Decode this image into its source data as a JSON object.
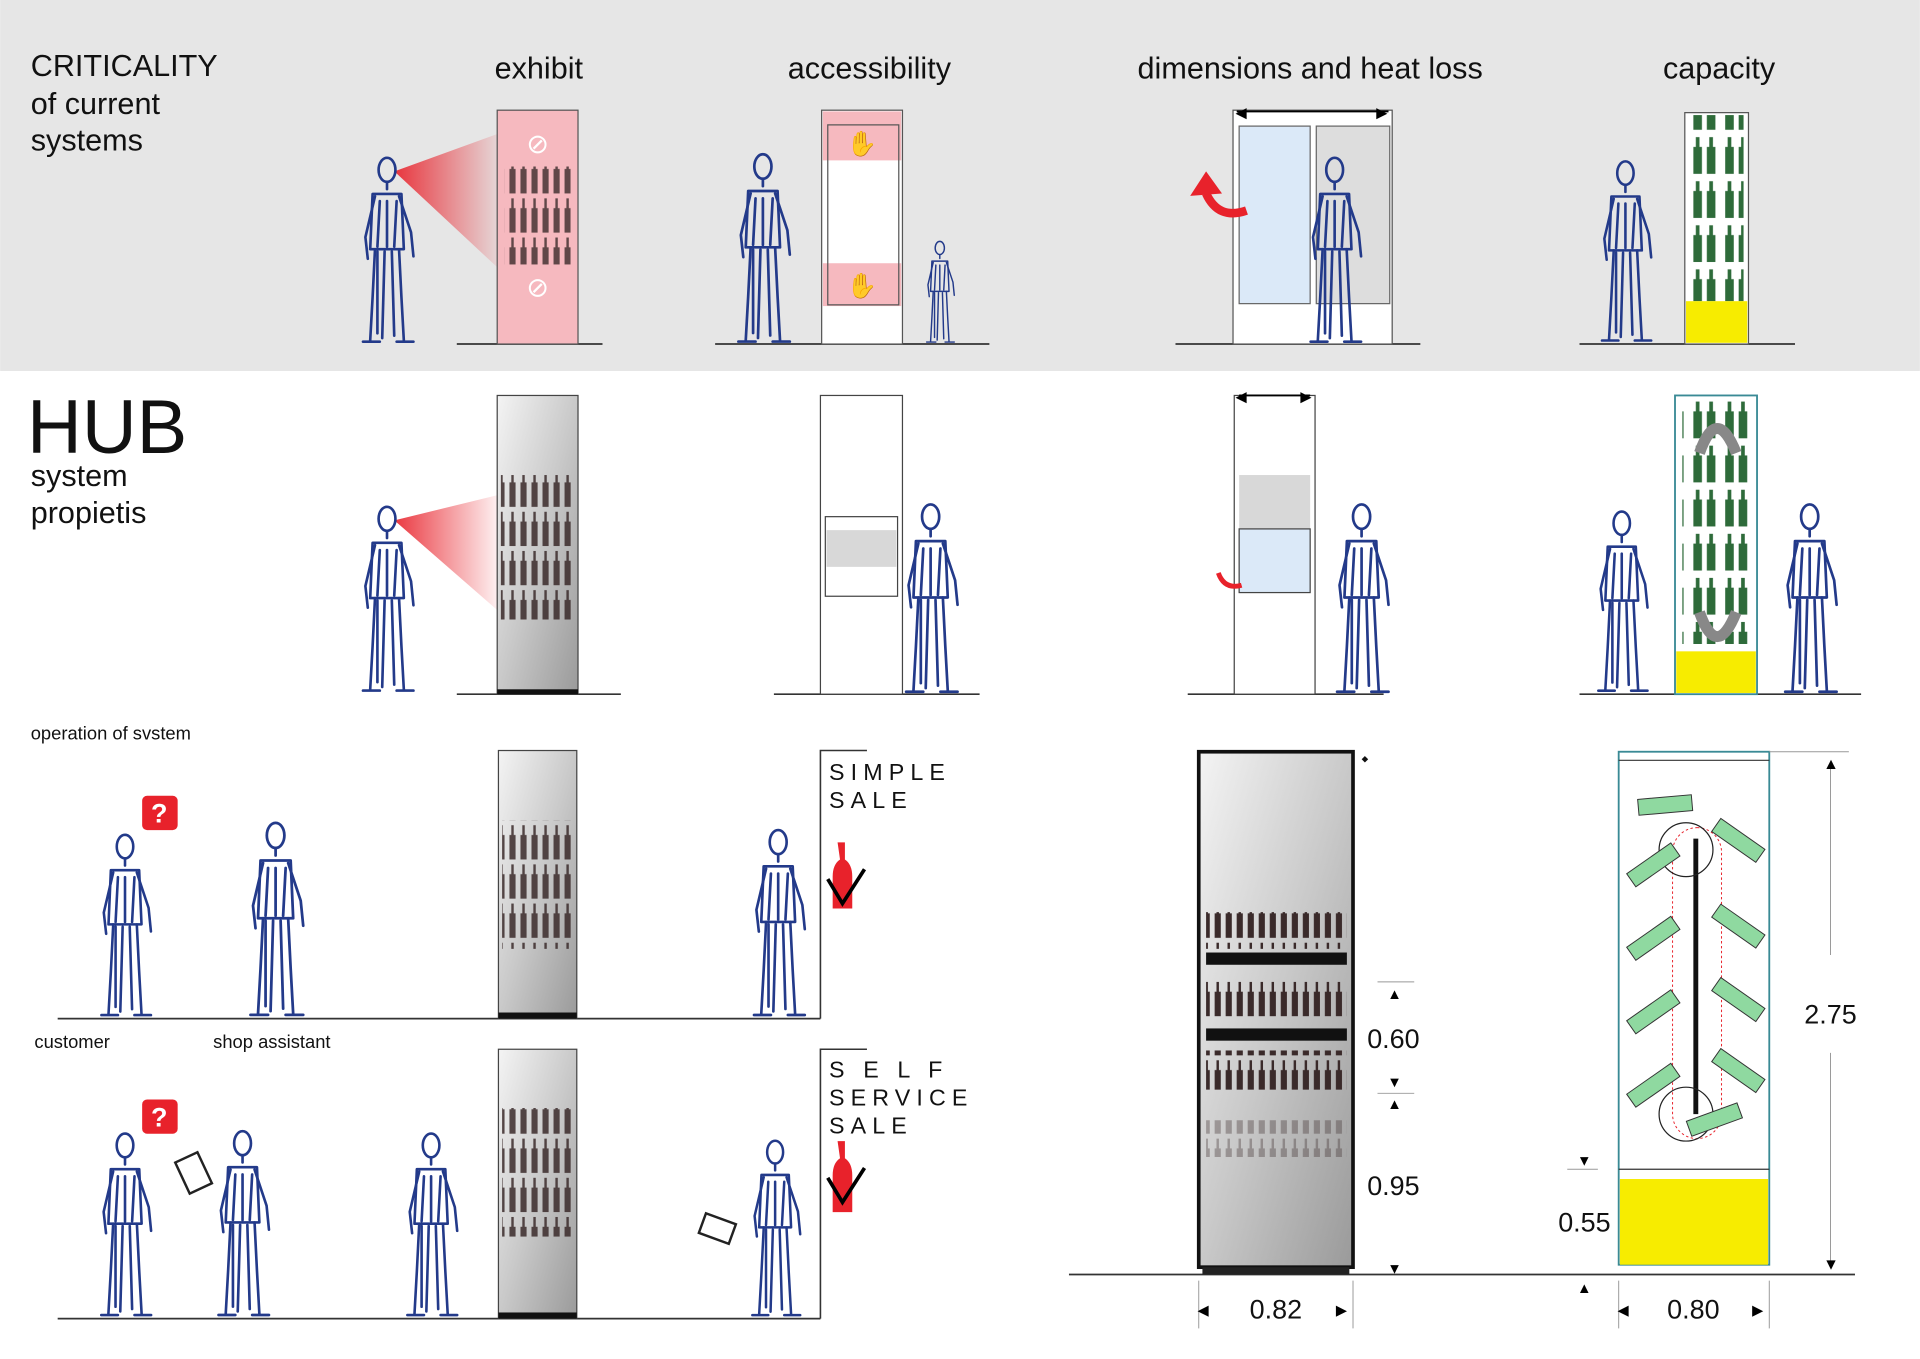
{
  "criticality": {
    "title_lines": [
      "CRITICALITY",
      "of current",
      "systems"
    ],
    "columns": [
      "exhibit",
      "accessibility",
      "dimensions and heat loss",
      "capacity"
    ]
  },
  "hub": {
    "title": "HUB",
    "subtitle_lines": [
      "system",
      "propietis"
    ]
  },
  "operation": {
    "title": "operation of svstem",
    "labels": {
      "customer": "customer",
      "shop_assistant": "shop assistant"
    },
    "simple_sale": [
      "SIMPLE",
      "SALE"
    ],
    "self_service_sale": [
      "S E L F",
      "SERVICE",
      "SALE"
    ],
    "question_mark": "?"
  },
  "dimensions": {
    "fridge": {
      "shelf_zone": "0.60",
      "base_height": "0.95",
      "width": "0.82"
    },
    "hub": {
      "base_height": "0.55",
      "width": "0.80",
      "total_height": "2.75"
    }
  },
  "colors": {
    "band": "#e6e6e6",
    "pink": "#f6b9bf",
    "light_blue": "#dbe9f8",
    "yellow": "#f7ec00",
    "bottle_green": "#2e6b3a",
    "light_green": "#8fd9a0",
    "sketch_blue": "#233a8a",
    "red": "#e8222b"
  }
}
